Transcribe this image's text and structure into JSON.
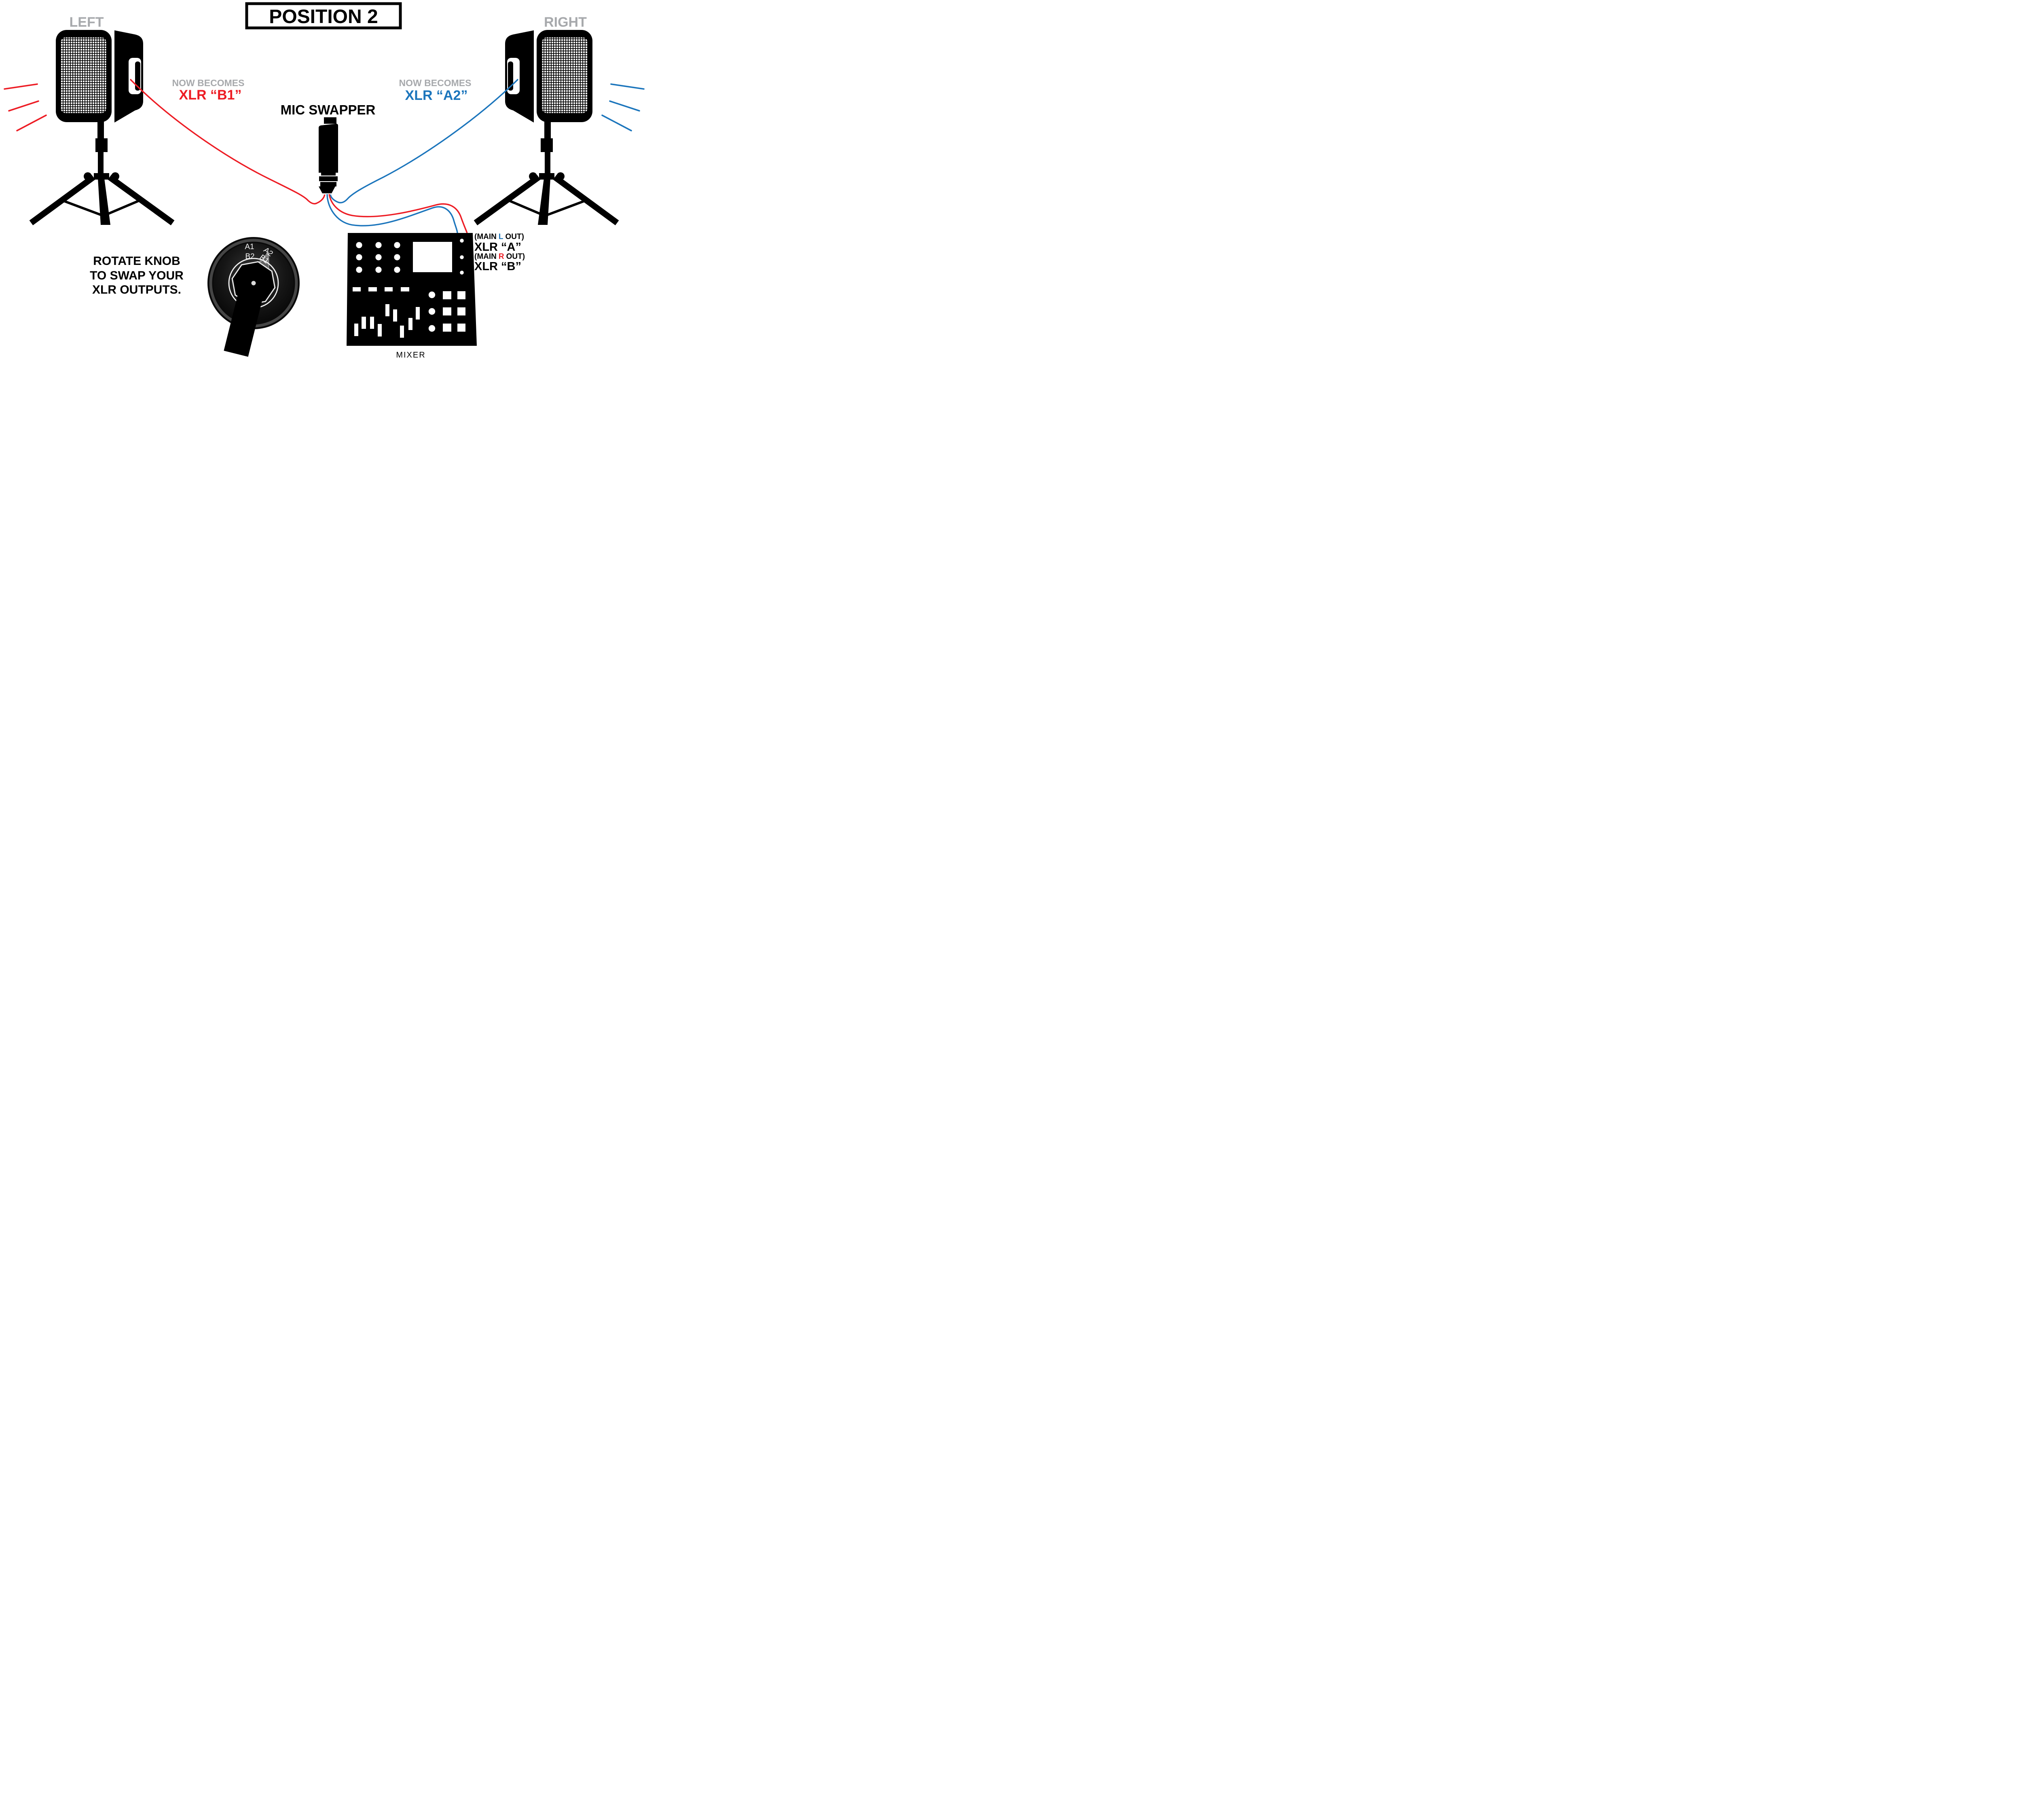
{
  "title": "POSITION 2",
  "left_speaker": {
    "label": "LEFT"
  },
  "right_speaker": {
    "label": "RIGHT"
  },
  "left_cable": {
    "eyebrow": "NOW BECOMES",
    "name": "XLR “B1”"
  },
  "right_cable": {
    "eyebrow": "NOW BECOMES",
    "name": "XLR “A2”"
  },
  "mic_swapper": {
    "label": "MIC SWAPPER"
  },
  "knob": {
    "positions": {
      "a1": "A1",
      "b2": "B2",
      "a2": "A2",
      "b1": "B1"
    },
    "instruction": [
      "ROTATE KNOB",
      "TO SWAP YOUR",
      "XLR OUTPUTS."
    ]
  },
  "mixer": {
    "label": "MIXER",
    "main_l": {
      "prefix": "(MAIN",
      "channel": "L",
      "suffix": "OUT)"
    },
    "xlr_a": "XLR “A”",
    "main_r": {
      "prefix": "(MAIN",
      "channel": "R",
      "suffix": "OUT)"
    },
    "xlr_b": "XLR “B”"
  },
  "colors": {
    "red": "#ed1c24",
    "blue": "#1b75bc",
    "gray": "#a7a9ac",
    "black": "#000000"
  }
}
